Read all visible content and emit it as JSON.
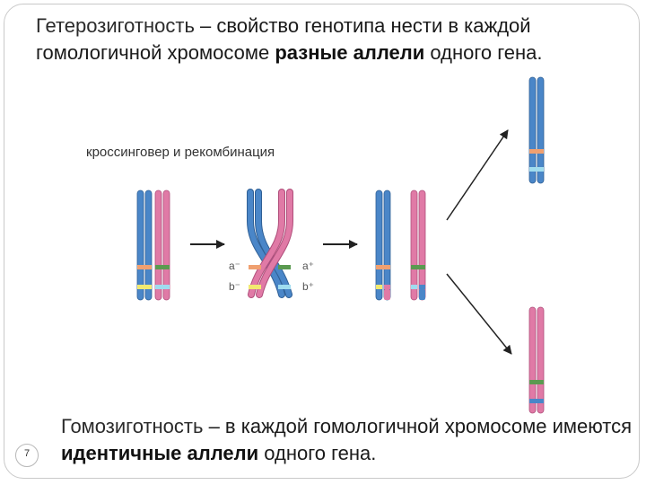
{
  "heading": {
    "term": "Гетерозиготность",
    "part1": " – свойство генотипа нести в каждой гомологичной хромосоме ",
    "emph": "разные аллели",
    "part2": " одного гена."
  },
  "diagram": {
    "caption": "кроссинговер и рекомбинация",
    "labels": {
      "a_minus": "a⁻",
      "b_minus": "b⁻",
      "a_plus": "a⁺",
      "b_plus": "b⁺"
    },
    "colors": {
      "blue": "#4a86c8",
      "blue_edge": "#2f5f95",
      "pink": "#e07aa6",
      "pink_edge": "#b04f7b",
      "band_orange": "#f0a070",
      "band_green": "#5a9a50",
      "band_yellow": "#f2ea70",
      "band_cyan": "#9fdcef",
      "arrow": "#222222"
    }
  },
  "bottom": {
    "term": "Гомозиготность",
    "part1": " – в каждой гомологичной хромосоме имеются ",
    "emph": "идентичные аллели",
    "part2": " одного гена."
  },
  "page_number": "7"
}
